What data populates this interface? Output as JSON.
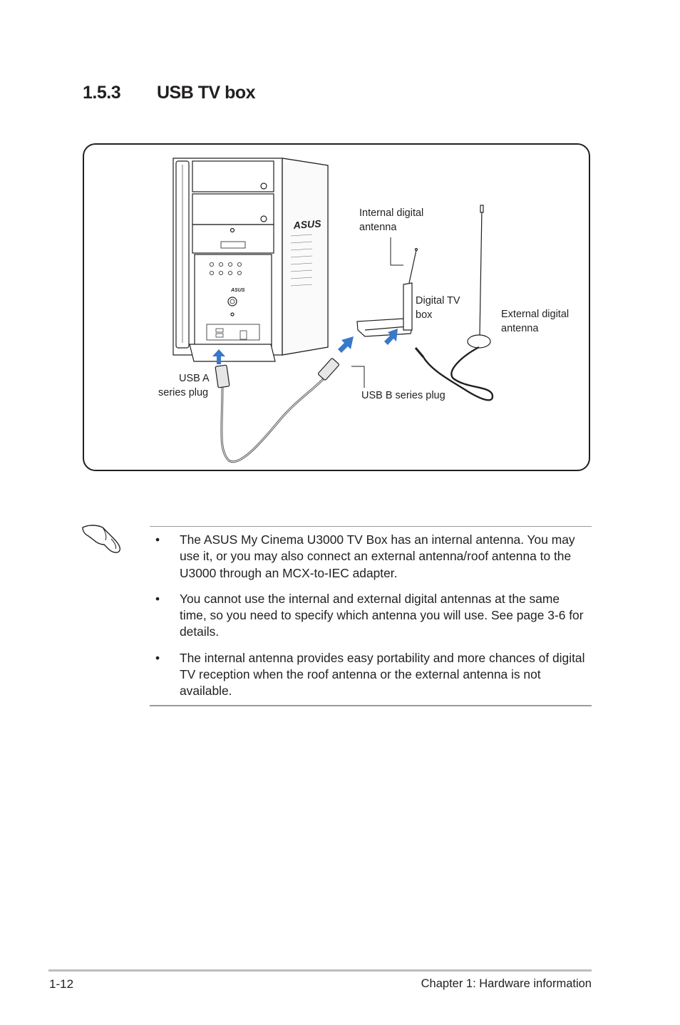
{
  "section": {
    "number": "1.5.3",
    "title": "USB TV box"
  },
  "figure": {
    "labels": {
      "internal_antenna_line1": "Internal digital",
      "internal_antenna_line2": "antenna",
      "digital_tv_box_line1": "Digital TV",
      "digital_tv_box_line2": "box",
      "external_antenna_line1": "External digital",
      "external_antenna_line2": "antenna",
      "usb_a_line1": "USB A",
      "usb_a_line2": "series plug",
      "usb_b": "USB B series plug"
    }
  },
  "note": {
    "icon": "pointing-hand-icon",
    "bullet_glyph": "•",
    "items": [
      "The ASUS My Cinema U3000 TV Box has an internal antenna. You may use it, or you may also connect an external antenna/roof antenna to the U3000 through an MCX-to-IEC adapter.",
      "You cannot use the internal and external digital antennas at the same time, so you need to specify which antenna you will use. See page 3-6 for details.",
      "The internal antenna provides easy portability and more chances of digital TV reception when the roof antenna or the external antenna is not available."
    ]
  },
  "footer": {
    "page_number": "1-12",
    "chapter": "Chapter 1: Hardware information"
  },
  "colors": {
    "arrow_blue": "#3a78c9",
    "rule_gray": "#9a9a9a",
    "text": "#231f20"
  }
}
